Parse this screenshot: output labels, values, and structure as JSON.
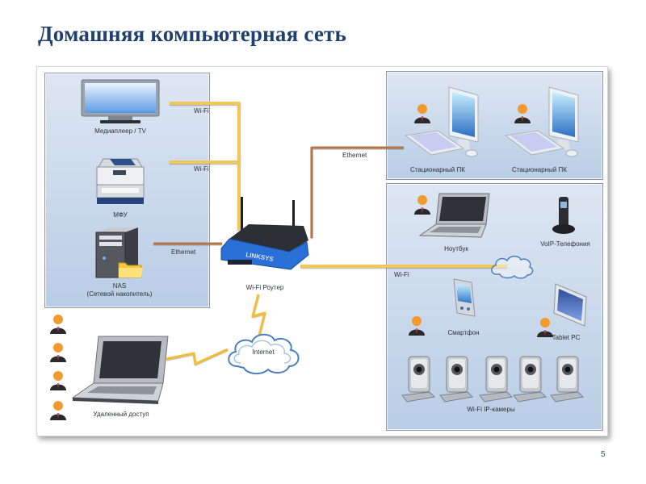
{
  "slide": {
    "title": "Домашняя компьютерная сеть",
    "page_number": "5"
  },
  "colors": {
    "title": "#1f3f6e",
    "panel_top": "#dde6f2",
    "panel_bottom": "#b9cde6",
    "wifi_link": "#f0c75a",
    "ethernet_link": "#b5774a",
    "router_blue": "#2a6fd6"
  },
  "left_panel": {
    "devices": [
      {
        "id": "tv",
        "label": "Медиаплеер / TV",
        "icon": "tv-icon",
        "link": "Wi-Fi"
      },
      {
        "id": "mfu",
        "label": "МФУ",
        "icon": "printer-icon",
        "link": "Wi-Fi"
      },
      {
        "id": "nas",
        "label": "NAS",
        "sublabel": "(Сетевой накопитель)",
        "icon": "nas-server-icon",
        "link": "Ethernet"
      }
    ]
  },
  "router": {
    "label": "Wi-Fi Роутер",
    "brand": "LINKSYS",
    "icon": "router-icon"
  },
  "internet": {
    "label": "Internet",
    "icon": "cloud-icon"
  },
  "remote": {
    "label": "Удаленный доступ",
    "icon": "laptop-icon",
    "users": 4
  },
  "top_right_panel": {
    "link": "Ethernet",
    "devices": [
      {
        "label": "Стационарный ПК",
        "icon": "desktop-pc-icon"
      },
      {
        "label": "Стационарный ПК",
        "icon": "desktop-pc-icon"
      }
    ]
  },
  "bottom_right_panel": {
    "link": "Wi-Fi",
    "devices": [
      {
        "label": "Ноутбук",
        "icon": "laptop-icon"
      },
      {
        "label": "VoIP-Телефония",
        "icon": "voip-phone-icon"
      },
      {
        "label": "Смартфон",
        "icon": "smartphone-icon"
      },
      {
        "label": "Tablet PC",
        "icon": "tablet-icon"
      }
    ],
    "cameras": {
      "label": "Wi-Fi IP-камеры",
      "count": 5,
      "icon": "ip-camera-icon"
    }
  }
}
